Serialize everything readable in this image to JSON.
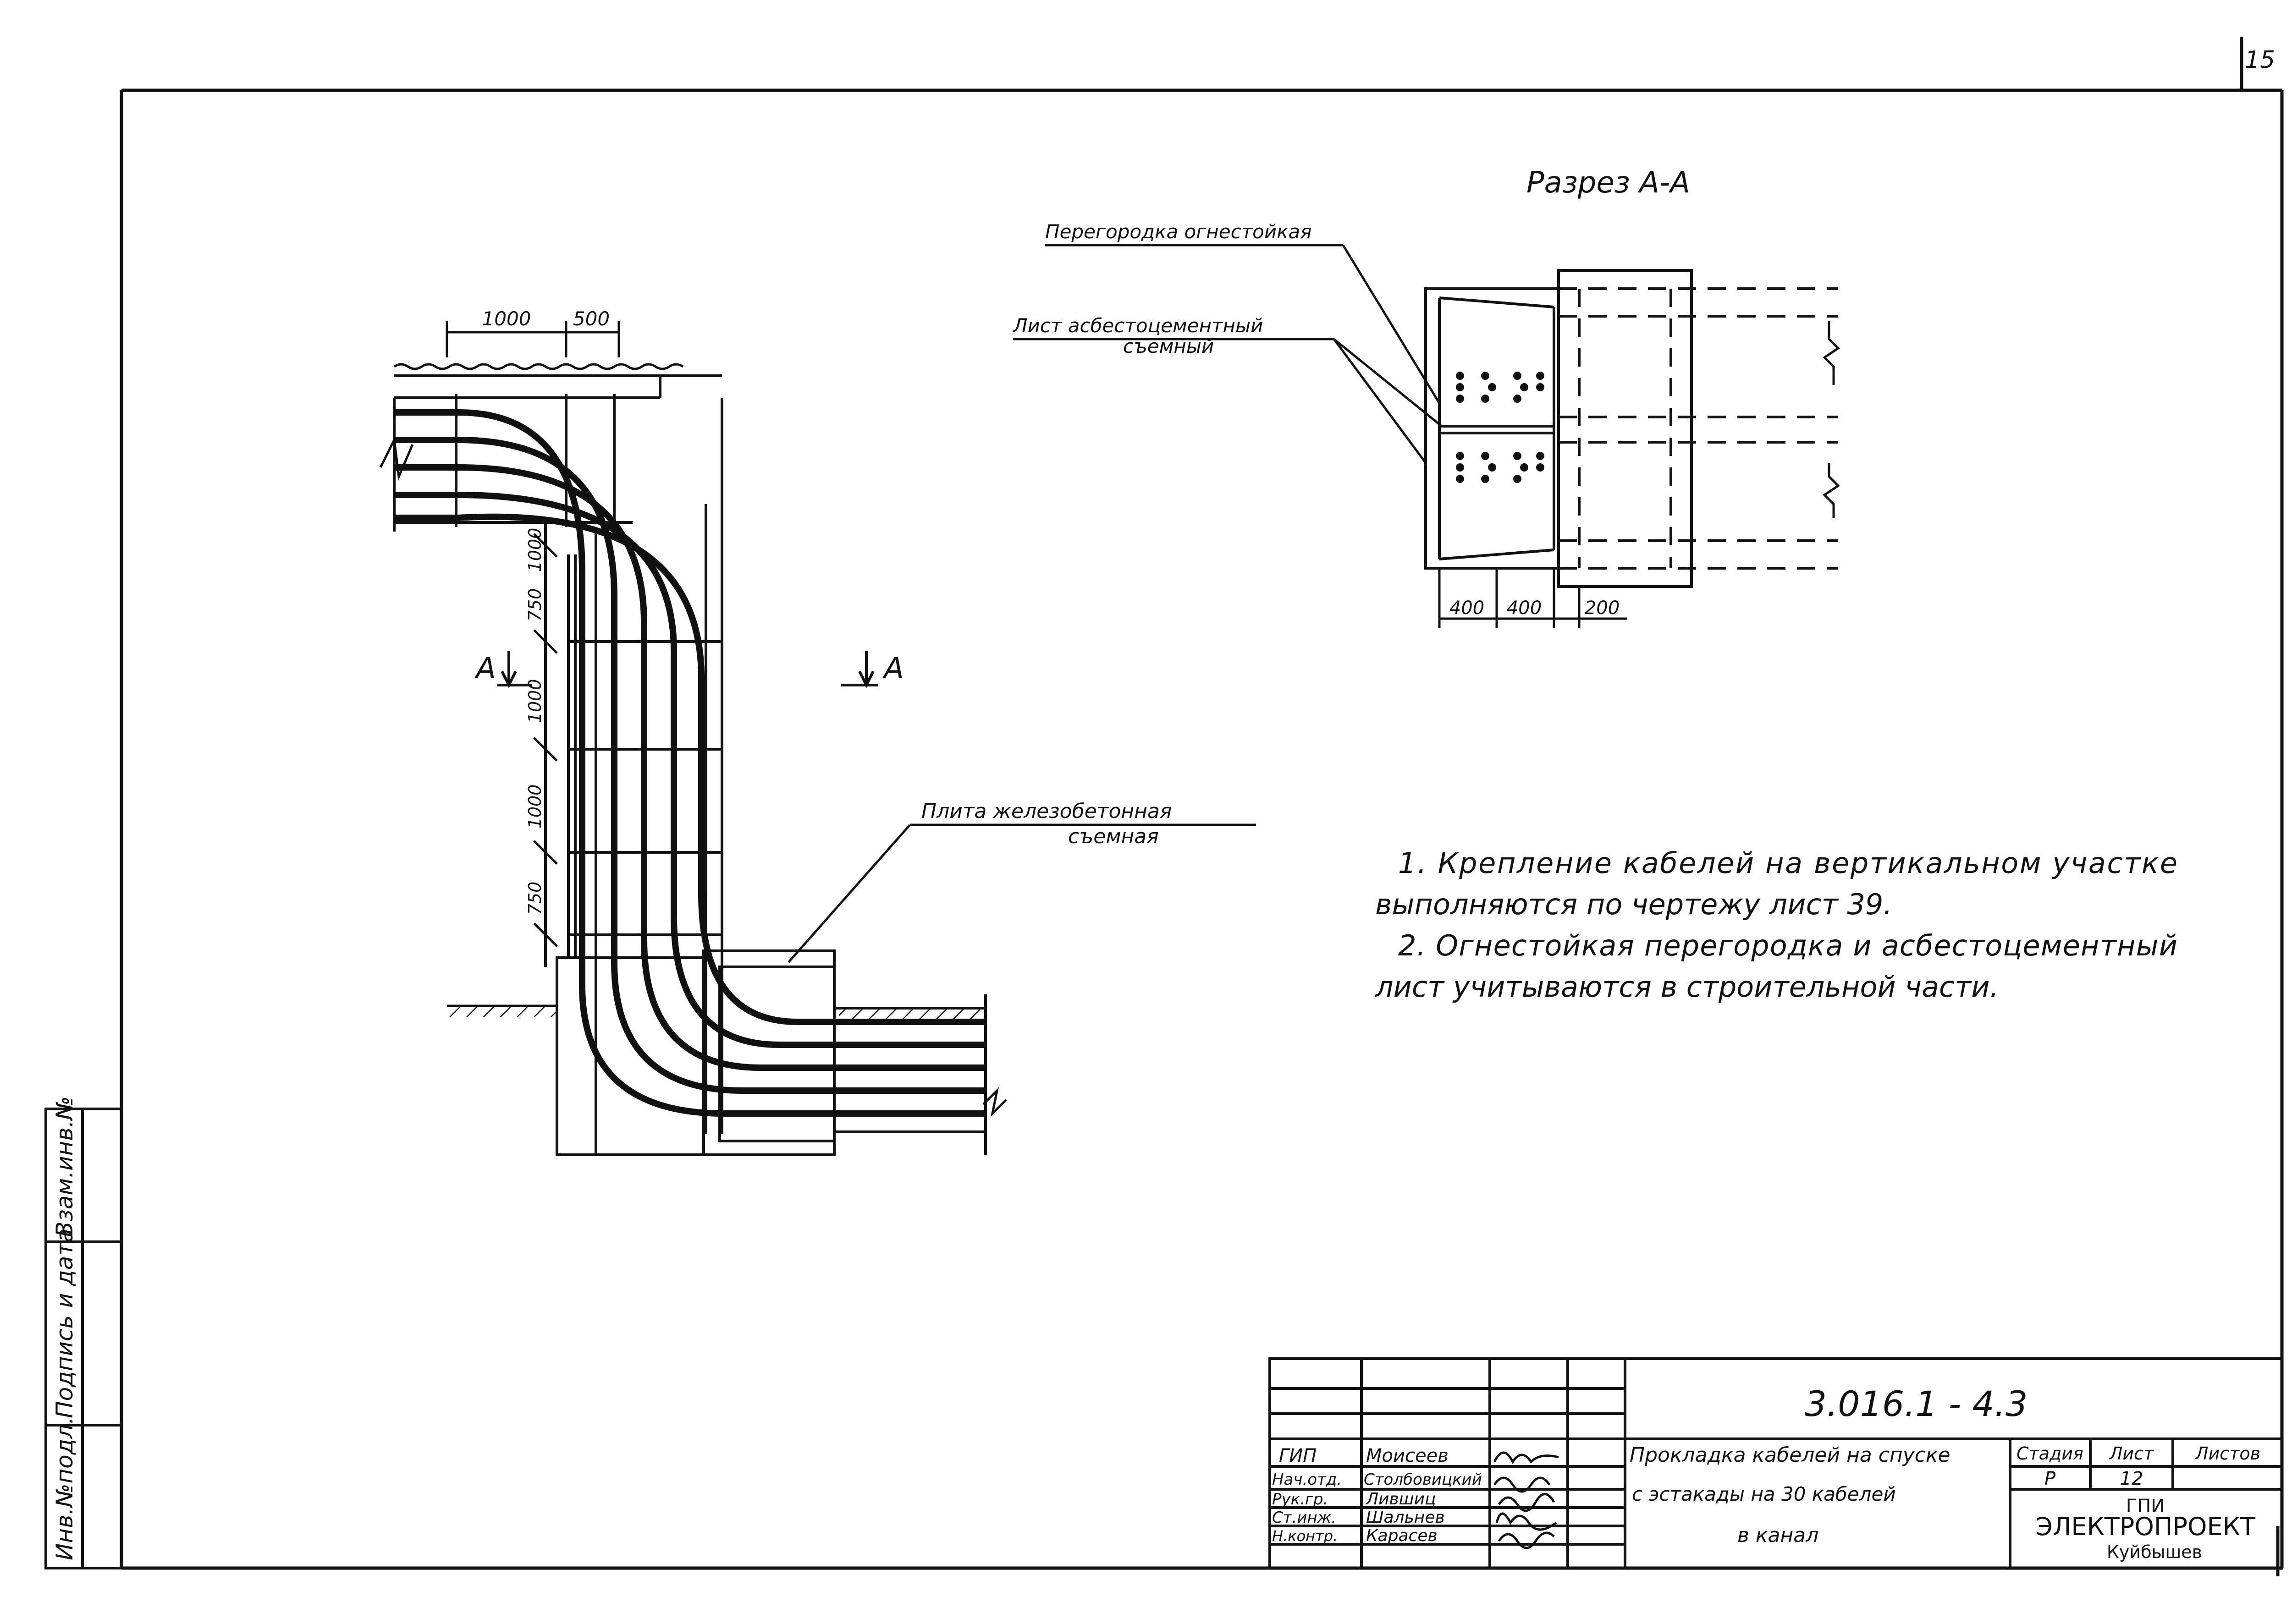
{
  "page_number": "15",
  "section": {
    "title": "Разрез А-А",
    "label_partition": "Перегородка огнестойкая",
    "label_sheet_line1": "Лист асбестоцементный",
    "label_sheet_line2": "съемный",
    "dims": [
      "400",
      "400",
      "200"
    ]
  },
  "plan": {
    "dims_top": [
      "1000",
      "500"
    ],
    "dims_vertical": [
      "1000",
      "750",
      "1000",
      "1000",
      "750"
    ],
    "cut_left": "А",
    "cut_right": "А",
    "slab_label_line1": "Плита железобетонная",
    "slab_label_line2": "съемная"
  },
  "notes": [
    "1. Крепление кабелей на вертикальном участке",
    "выполняются по чертежу лист 39.",
    "2. Огнестойкая перегородка и асбестоцементный",
    "лист учитываются в строительной части."
  ],
  "side_stamp": [
    "Инв.№подл.",
    "Подпись и дата",
    "Взам.инв.№"
  ],
  "title_block": {
    "doc_code": "3.016.1 - 4.3",
    "roles": [
      "ГИП",
      "Нач.отд.",
      "Рук.гр.",
      "Ст.инж.",
      "Н.контр."
    ],
    "names": [
      "Моисеев",
      "Столбовицкий",
      "Лившиц",
      "Шальнев",
      "Карасев"
    ],
    "title_lines": [
      "Прокладка кабелей на спуске",
      "с эстакады на 30 кабелей",
      "в канал"
    ],
    "stage_header": "Стадия",
    "sheet_header": "Лист",
    "sheets_header": "Листов",
    "stage": "Р",
    "sheet": "12",
    "sheets": "",
    "org_line1": "ГПИ",
    "org_line2": "ЭЛЕКТРОПРОЕКТ",
    "org_line3": "Куйбышев"
  }
}
